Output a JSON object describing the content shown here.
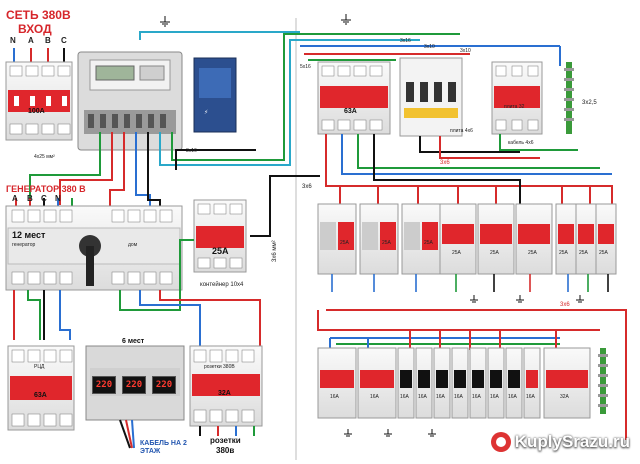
{
  "input_title": "СЕТЬ 380В",
  "input_subtitle": "ВХОД",
  "phases": [
    "N",
    "A",
    "B",
    "C"
  ],
  "generator_title": "ГЕНЕРАТОР 380 В",
  "gen_phases": [
    "A",
    "B",
    "C",
    "N"
  ],
  "main_breaker_rating": "100A",
  "cable_note_1": "4x25 мм²",
  "cable_note_3x16": "3x16",
  "cable_note_3x6mm": "3x6 мм²",
  "switch_title": "12 мест",
  "switch_sub": "генератор",
  "switch_home": "дом",
  "gen_breaker_small": "25А",
  "contactor_label": "контейнер 10x4",
  "bottom_left_breaker": "63А",
  "bottom_left_top": "РЦД",
  "six_places": "6 мест",
  "relay_displays": [
    "220",
    "220",
    "220"
  ],
  "cable_2nd_floor": "КАБЕЛЬ НА 2 ЭТАЖ",
  "sockets_label_line1": "розетки",
  "sockets_label_line2": "380в",
  "sockets_breaker": "32А",
  "sockets_top": "розетки 380В",
  "top_right_breaker": "63А",
  "top_right_note_rcd": "плита 4х6",
  "top_right_stove": "плита 32",
  "top_right_cable": "кабель 4х6",
  "top_right_cross": "3х2,5",
  "wire_labels_top": [
    "3x16",
    "3x10",
    "3x10",
    "5x16"
  ],
  "three_x_six": [
    "3х6",
    "3х6",
    "3х6"
  ],
  "difs_ratings": [
    "25A",
    "25A",
    "25A"
  ],
  "mid_ratings": [
    "25A",
    "25A",
    "25A",
    "25A",
    "25A",
    "25A"
  ],
  "bottom_right_ratings": [
    "16A",
    "16A",
    "16A",
    "16A",
    "16A",
    "16A",
    "16A",
    "16A",
    "16A",
    "16A",
    "32A"
  ],
  "watermark": "KuplуSrazu.ru",
  "colors": {
    "breaker_red": "#e0262c",
    "wire_red": "#d62b2b",
    "wire_blue": "#2a6fd1",
    "wire_green": "#1f9a3a",
    "wire_black": "#111111",
    "wire_cyan": "#2aa8c9",
    "din_rail_gray": "#cfcfcf"
  }
}
